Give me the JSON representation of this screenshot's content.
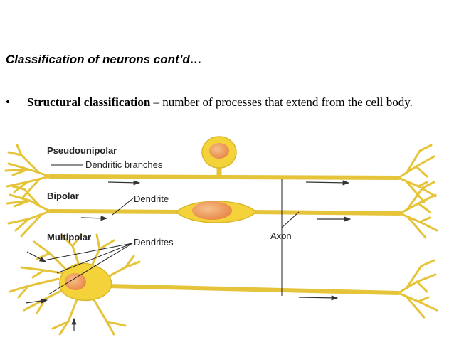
{
  "slide": {
    "title": "Classification of neurons  cont’d…",
    "bullet": {
      "marker": "•",
      "bold": "Structural classification",
      "text": " – number of processes that extend from the cell body."
    }
  },
  "diagram": {
    "labels": {
      "pseudounipolar": "Pseudounipolar",
      "dendritic_branches": "Dendritic branches",
      "bipolar": "Bipolar",
      "dendrite": "Dendrite",
      "multipolar": "Multipolar",
      "dendrites": "Dendrites",
      "axon": "Axon"
    },
    "colors": {
      "process": "#f5d94a",
      "process_stroke": "#d9b82a",
      "soma": "#f3d23a",
      "nucleus": "#f0a66a",
      "nucleus_stroke": "#e07a3a"
    }
  }
}
